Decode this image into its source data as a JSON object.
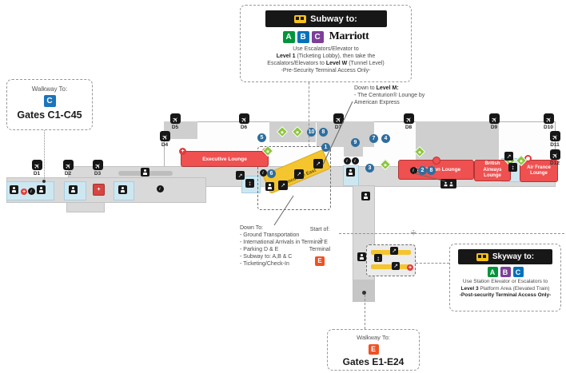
{
  "callout_subway": {
    "header": "Subway to:",
    "terminals": [
      {
        "label": "A",
        "color": "#00953b"
      },
      {
        "label": "B",
        "color": "#0072bc"
      },
      {
        "label": "C",
        "color": "#7d3f98"
      }
    ],
    "brand": "Marriott",
    "line1": "Use Escalators/Elevator to",
    "line2_bold": "Level 1",
    "line2_rest": " (Ticketing Lobby), then take the",
    "line3_pre": "Escalators/Elevators to ",
    "line3_bold": "Level W",
    "line3_rest": " (Tunnel Level)",
    "line4": "-Pre-Security Terminal Access Only-"
  },
  "callout_skyway": {
    "header": "Skyway to:",
    "terminals": [
      {
        "label": "A",
        "color": "#00953b"
      },
      {
        "label": "B",
        "color": "#7d3f98"
      },
      {
        "label": "C",
        "color": "#0072bc"
      }
    ],
    "line1": "Use Station Elevator or Escalators to",
    "line2_bold": "Level 3",
    "line2_rest": " Platform Area (Elevated Train)",
    "line3": "-Post-security Terminal Access Only-"
  },
  "callout_walkway_c": {
    "title": "Walkway To:",
    "terminal": {
      "label": "C",
      "color": "#1b75bb"
    },
    "gates": "Gates C1-C45"
  },
  "callout_walkway_e": {
    "title": "Walkway To:",
    "terminal": {
      "label": "E",
      "color": "#f05123"
    },
    "gates": "Gates E1-E24"
  },
  "note_level_m": {
    "pre": "Down to ",
    "bold": "Level M",
    "post": ":",
    "line2": "- The Centurion® Lounge by",
    "line3": "American Express"
  },
  "note_down_to": {
    "title": "Down To:",
    "items": [
      "- Ground Transportation",
      "- International Arrivals in Terminal E",
      "- Parking D & E",
      "- Subway to: A,B & C",
      "- Ticketing/Check-In"
    ]
  },
  "start_of": {
    "label": "Start of:",
    "terminal_word": "Terminal",
    "terminal": {
      "label": "E",
      "color": "#f05123"
    }
  },
  "map": {
    "gates": [
      "D1",
      "D2",
      "D3",
      "D4",
      "D5",
      "D6",
      "D7",
      "D8",
      "D9",
      "D10",
      "D11",
      "D12"
    ],
    "lounges": {
      "executive": "Executive Lounge",
      "klm": "KLM Crown Lounge",
      "british_airways": "British Airways Lounge",
      "air_france": "Air France Lounge"
    },
    "subway_station_label": "Concourse East",
    "numbers": [
      "5",
      "10",
      "8",
      "1",
      "9",
      "7",
      "4",
      "3",
      "6",
      "2",
      "8"
    ],
    "icons": {
      "gate": "airplane-icon",
      "train": "train-icon",
      "escalator": "escalator-icon",
      "elevator": "elevator-icon",
      "restroom": "restroom-icon",
      "moving_walkway": "moving-walkway-icon",
      "info": "info-icon",
      "medical": "medical-icon"
    }
  }
}
